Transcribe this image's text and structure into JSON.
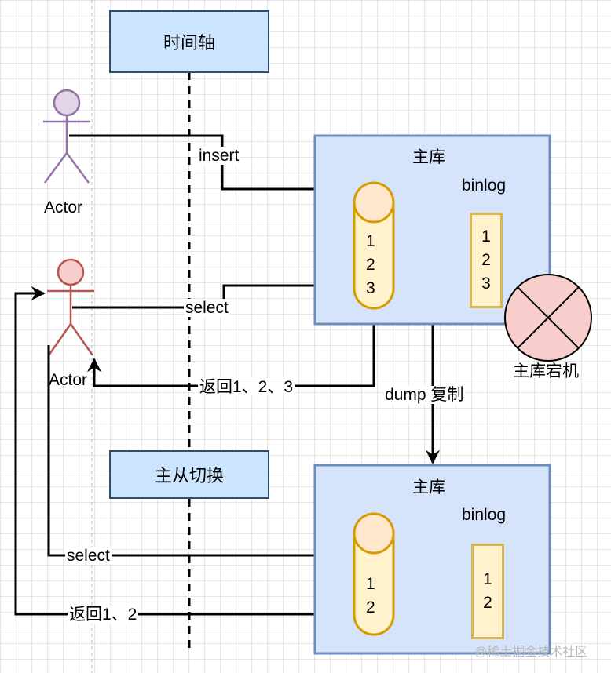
{
  "timeline_label": "时间轴",
  "switch_label": "主从切换",
  "actor1_label": "Actor",
  "actor2_label": "Actor",
  "master_top": {
    "title": "主库",
    "binlog_label": "binlog",
    "cylinder_values": [
      "1",
      "2",
      "3"
    ],
    "binlog_values": [
      "1",
      "2",
      "3"
    ]
  },
  "master_bottom": {
    "title": "主库",
    "binlog_label": "binlog",
    "cylinder_values": [
      "1",
      "2"
    ],
    "binlog_values": [
      "1",
      "2"
    ]
  },
  "crash_label": "主库宕机",
  "edges": {
    "insert": "insert",
    "select_top": "select",
    "return_top": "返回1、2、3",
    "dump": "dump 复制",
    "select_bottom": "select",
    "return_bottom": "返回1、2"
  },
  "watermark": "@稀土掘金技术社区",
  "colors": {
    "actor1": "#9673a6",
    "actor1_fill": "#e1d5e7",
    "actor2": "#b85450",
    "actor2_fill": "#f8cecc",
    "db_fill": "#d6e4fb",
    "db_stroke": "#6c8ebf",
    "cyl_fill": "#ffe6cc",
    "cyl_stroke": "#d79b00",
    "crash_fill": "#f8cecc"
  }
}
